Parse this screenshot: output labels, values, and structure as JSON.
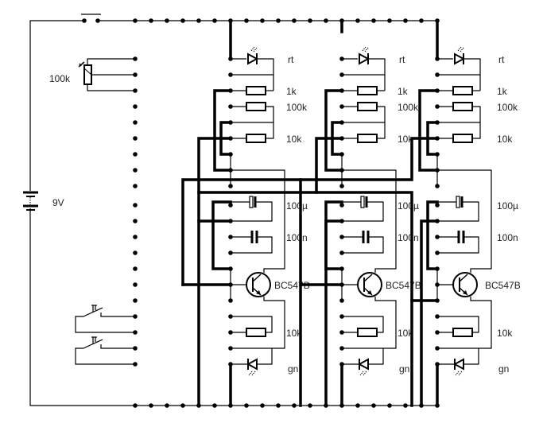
{
  "title": "Breadboard schematic: three-stage transistor LED circuit",
  "supply": {
    "battery_label": "9V",
    "potentiometer_label": "100k"
  },
  "stages": [
    {
      "led_top_label": "rt",
      "r1_label": "1k",
      "r2_label": "100k",
      "r3_label": "10k",
      "c1_label": "100µ",
      "c2_label": "100n",
      "transistor_label": "BC547B",
      "r4_label": "10k",
      "led_bottom_label": "gn"
    },
    {
      "led_top_label": "rt",
      "r1_label": "1k",
      "r2_label": "100k",
      "r3_label": "10k",
      "c1_label": "100µ",
      "c2_label": "100n",
      "transistor_label": "BC547B",
      "r4_label": "10k",
      "led_bottom_label": "gn"
    },
    {
      "led_top_label": "rt",
      "r1_label": "1k",
      "r2_label": "100k",
      "r3_label": "10k",
      "c1_label": "100µ",
      "c2_label": "100n",
      "transistor_label": "BC547B",
      "r4_label": "10k",
      "led_bottom_label": "gn"
    }
  ],
  "switches": [
    {
      "type": "push-button"
    },
    {
      "type": "push-button"
    }
  ],
  "colors": {
    "ink": "#000000",
    "background": "#ffffff"
  }
}
